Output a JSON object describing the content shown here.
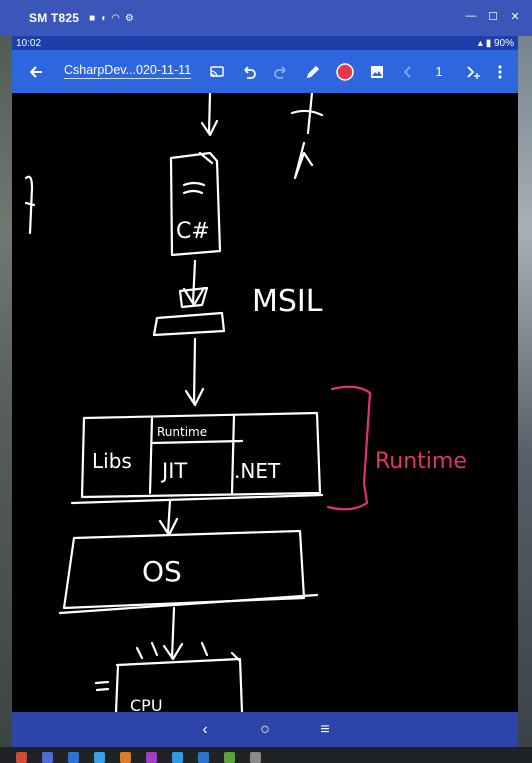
{
  "window": {
    "title": "SM T825",
    "status_icons": [
      "video-icon",
      "headphones-icon",
      "wifi-icon",
      "gear-icon"
    ],
    "controls": [
      "minimize-icon",
      "maximize-icon",
      "close-icon"
    ]
  },
  "status_bar": {
    "time": "10:02",
    "battery": "90%"
  },
  "toolbar": {
    "document_title": "CsharpDev...020-11-11",
    "page_number": "1",
    "pen_color": "#e8364d"
  },
  "canvas": {
    "handwriting": {
      "msil": "MSIL",
      "csharp": "C#",
      "runtime_top": "Runtime",
      "libs": "Libs",
      "jit": "JIT",
      "net": ".NET",
      "runtime_side": "Runtime",
      "os": "OS",
      "cpu": "CPU"
    },
    "ink_color": "#ffffff",
    "accent_ink_color": "#e2336f"
  },
  "navbar": {
    "back": "‹",
    "home": "○",
    "recents": "≡"
  },
  "taskbar": {
    "apps": [
      "#d04a34",
      "#4f6bd6",
      "#2f72d6",
      "#3aa0e8",
      "#d97b2a",
      "#a23ec6",
      "#2e9ae8",
      "#2a76c8",
      "#5ba03b",
      "#8a8a8a"
    ]
  }
}
